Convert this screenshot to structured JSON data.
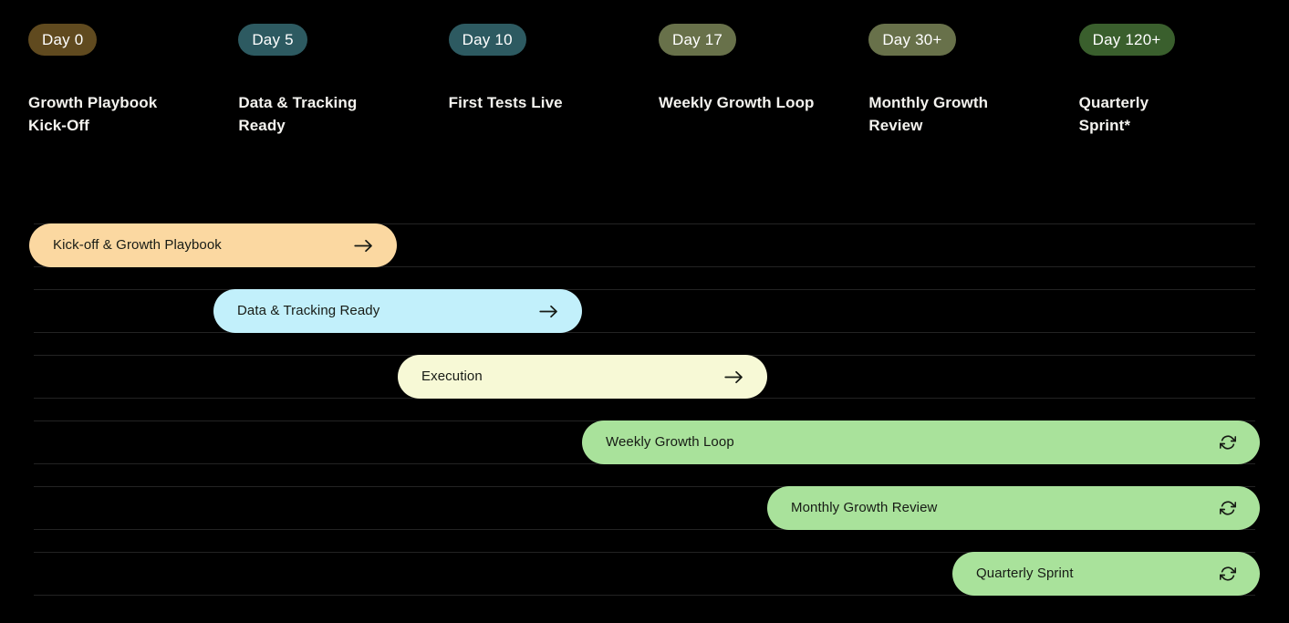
{
  "page": {
    "background": "#000000",
    "track_line_color": "#232323"
  },
  "milestones": [
    {
      "day": "Day 0",
      "badge_color": "#604a1f",
      "title": "Growth Playbook\nKick-Off"
    },
    {
      "day": "Day 5",
      "badge_color": "#2d5a61",
      "title": "Data & Tracking\nReady"
    },
    {
      "day": "Day 10",
      "badge_color": "#2d5a61",
      "title": "First Tests Live"
    },
    {
      "day": "Day 17",
      "badge_color": "#68714a",
      "title": "Weekly Growth Loop"
    },
    {
      "day": "Day 30+",
      "badge_color": "#68714a",
      "title": "Monthly Growth\nReview"
    },
    {
      "day": "Day 120+",
      "badge_color": "#3a5f2d",
      "title": "Quarterly\nSprint*"
    }
  ],
  "gantt": {
    "text_color": "#171b15",
    "rows": [
      {
        "label": "Kick-off & Growth Playbook",
        "color": "#fbd8a1",
        "icon": "arrow-right"
      },
      {
        "label": "Data & Tracking Ready",
        "color": "#c2f0fb",
        "icon": "arrow-right"
      },
      {
        "label": "Execution",
        "color": "#f7f9d6",
        "icon": "arrow-right"
      },
      {
        "label": "Weekly Growth Loop",
        "color": "#a9e29b",
        "icon": "sync"
      },
      {
        "label": "Monthly Growth Review",
        "color": "#a9e29b",
        "icon": "sync"
      },
      {
        "label": "Quarterly Sprint",
        "color": "#a9e29b",
        "icon": "sync"
      }
    ]
  },
  "chart_data": {
    "type": "bar",
    "subtype": "gantt-timeline",
    "axis_markers": [
      "Day 0",
      "Day 5",
      "Day 10",
      "Day 17",
      "Day 30+",
      "Day 120+"
    ],
    "milestone_titles": [
      "Growth Playbook Kick-Off",
      "Data & Tracking Ready",
      "First Tests Live",
      "Weekly Growth Loop",
      "Monthly Growth Review",
      "Quarterly Sprint*"
    ],
    "bars": [
      {
        "label": "Kick-off & Growth Playbook",
        "start_frac": 0.023,
        "end_frac": 0.308,
        "recurring": false,
        "color": "#fbd8a1"
      },
      {
        "label": "Data & Tracking Ready",
        "start_frac": 0.166,
        "end_frac": 0.452,
        "recurring": false,
        "color": "#c2f0fb"
      },
      {
        "label": "Execution",
        "start_frac": 0.309,
        "end_frac": 0.595,
        "recurring": false,
        "color": "#f7f9d6"
      },
      {
        "label": "Weekly Growth Loop",
        "start_frac": 0.452,
        "end_frac": 0.977,
        "recurring": true,
        "color": "#a9e29b"
      },
      {
        "label": "Monthly Growth Review",
        "start_frac": 0.595,
        "end_frac": 0.977,
        "recurring": true,
        "color": "#a9e29b"
      },
      {
        "label": "Quarterly Sprint",
        "start_frac": 0.739,
        "end_frac": 0.977,
        "recurring": true,
        "color": "#a9e29b"
      }
    ],
    "legend": "none",
    "grid": "faint row top/bottom separator lines"
  }
}
